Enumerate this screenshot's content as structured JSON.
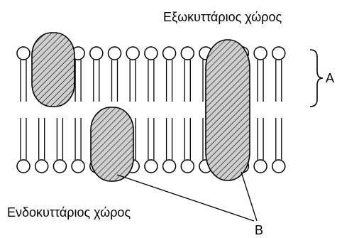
{
  "labels": {
    "extracellular": "Εξωκυττάριος χώρος",
    "intracellular": "Ενδοκυττάριος χώρος",
    "bilayer_marker": "A",
    "protein_marker": "B"
  },
  "phospholipids": {
    "top_layer_count": 15,
    "bottom_layer_count": 15
  },
  "proteins": [
    {
      "name": "peripheral-protein-outer",
      "spans_bilayer": false,
      "leaflet": "outer"
    },
    {
      "name": "peripheral-protein-inner",
      "spans_bilayer": false,
      "leaflet": "inner"
    },
    {
      "name": "integral-protein",
      "spans_bilayer": true,
      "leaflet": "both"
    }
  ],
  "colors": {
    "line": "#000000",
    "protein_fill": "#bdbdbd",
    "head_fill": "#ffffff"
  }
}
